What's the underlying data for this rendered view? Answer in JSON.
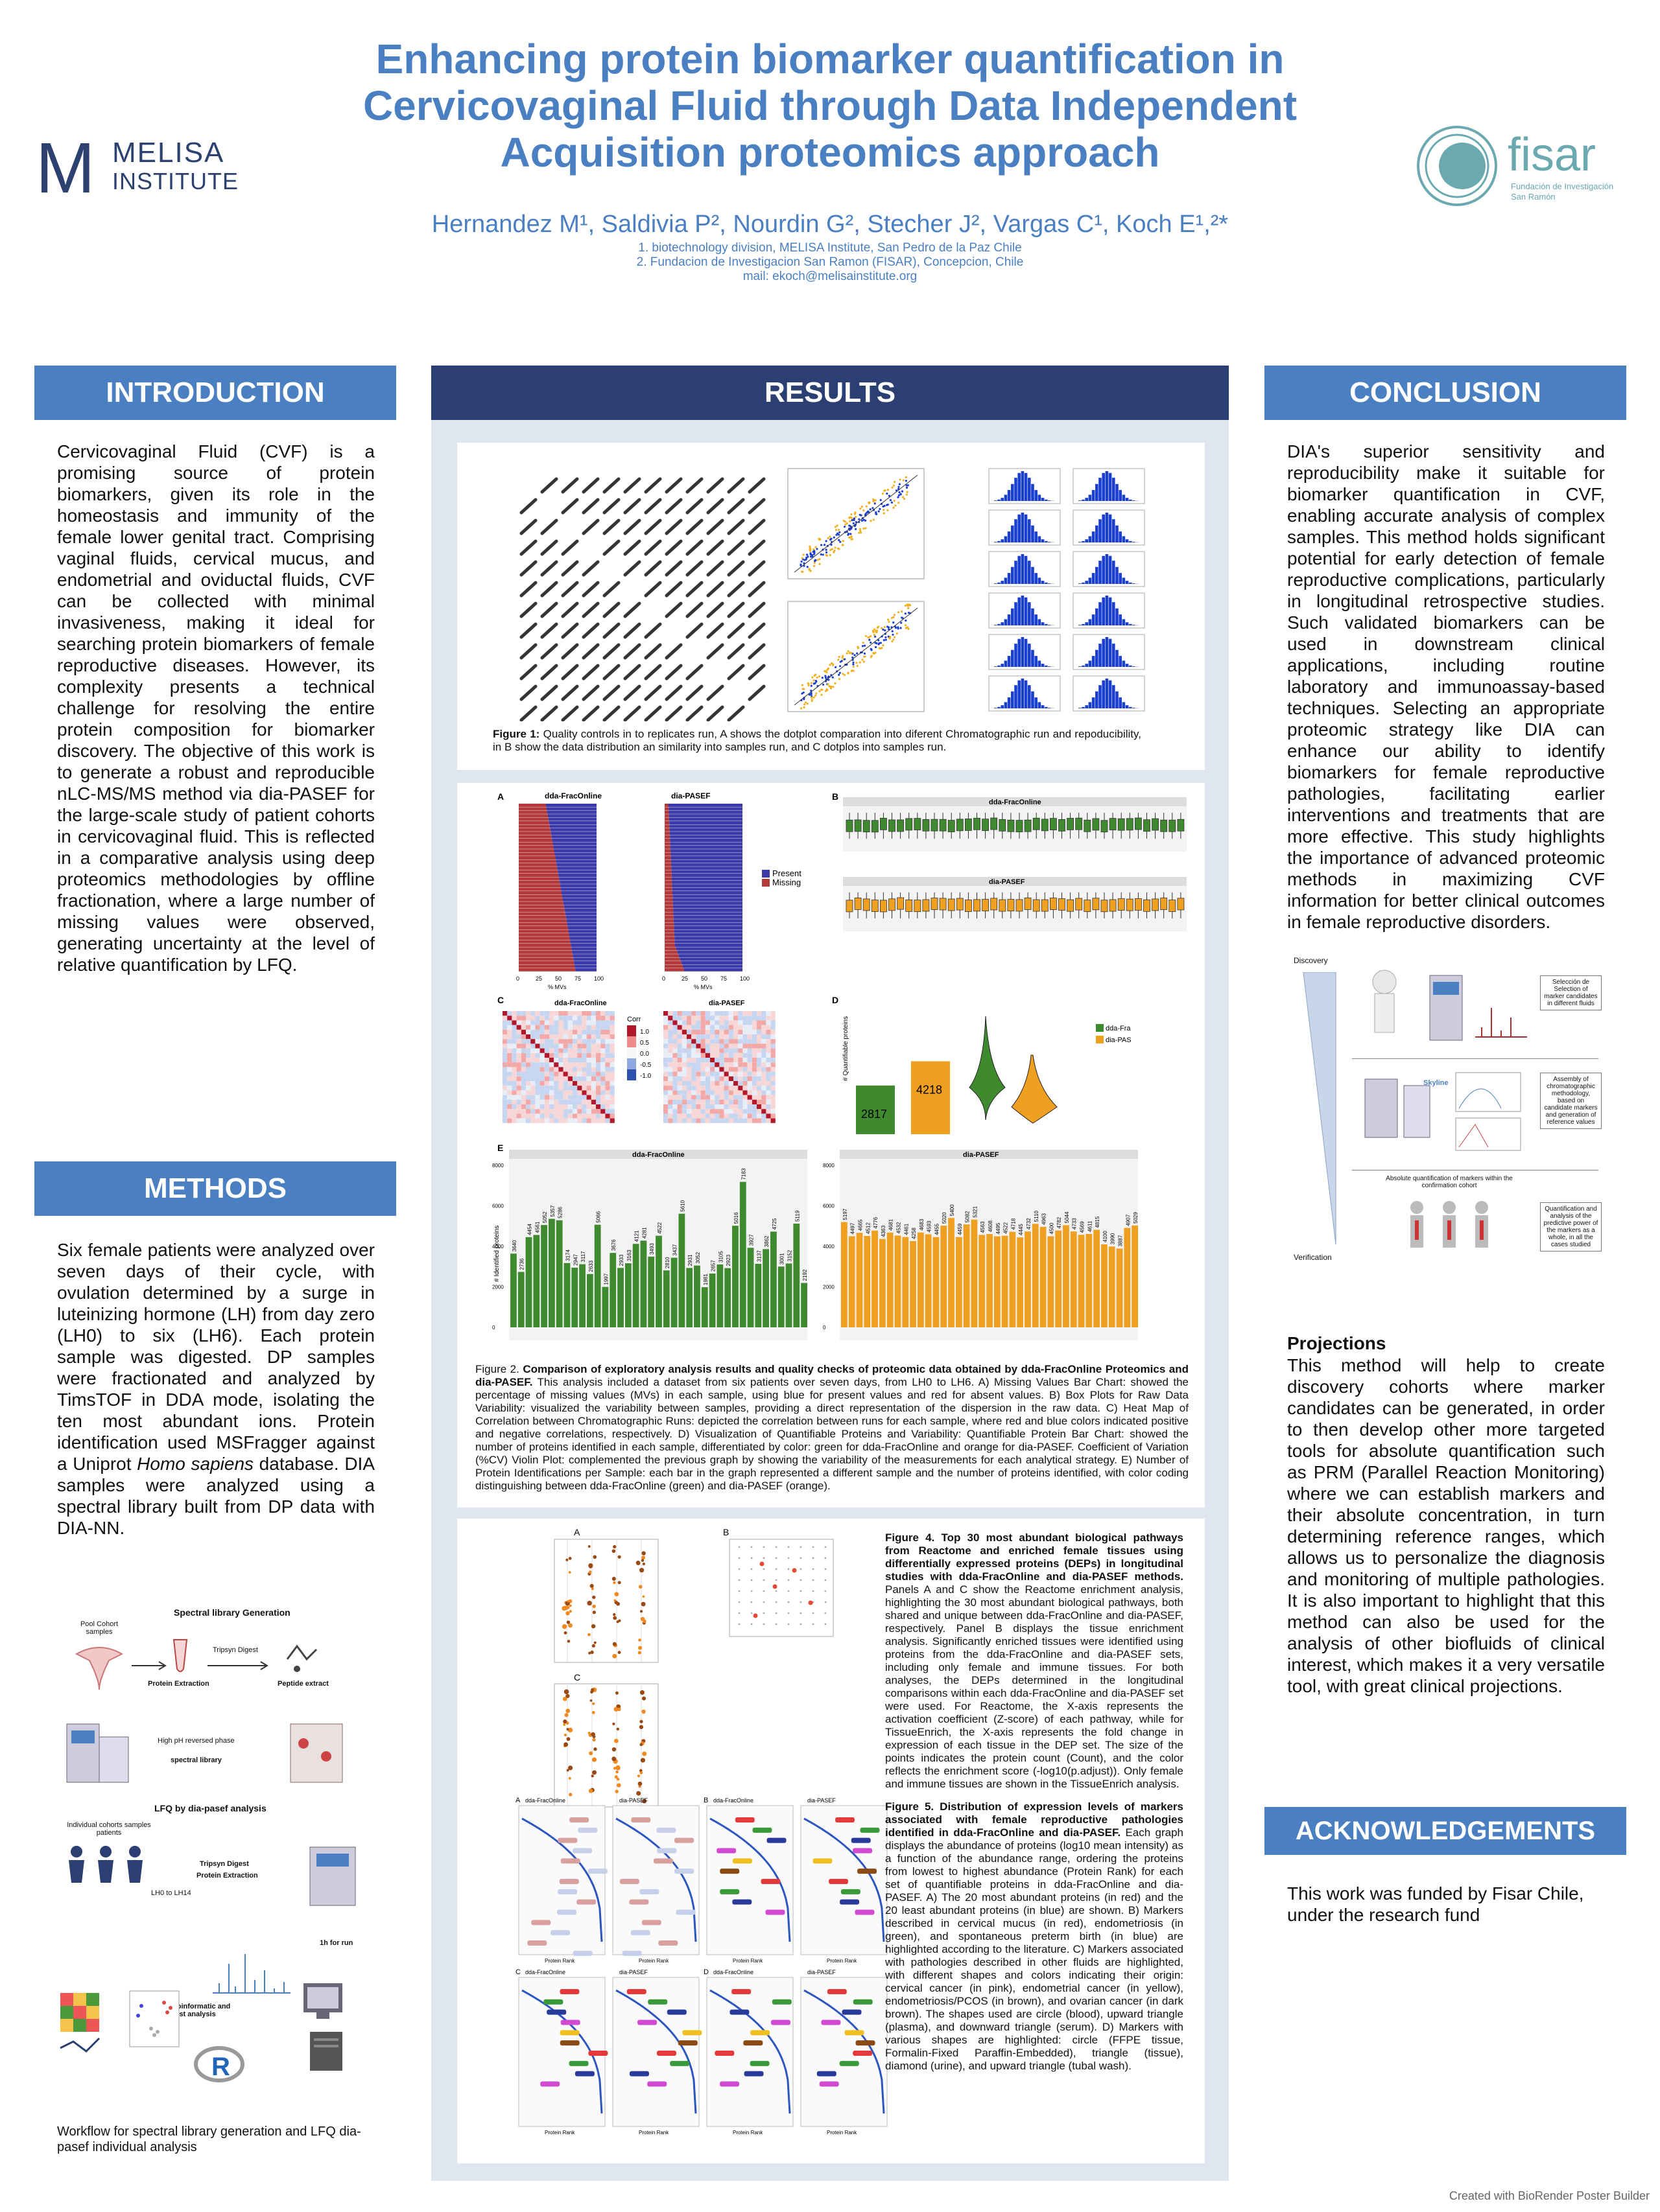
{
  "header": {
    "title_line1": "Enhancing protein biomarker quantification in",
    "title_line2": "Cervicovaginal Fluid through Data Independent",
    "title_line3": "Acquisition proteomics approach",
    "authors": "Hernandez M¹, Saldivia P², Nourdin G², Stecher J², Vargas C¹, Koch E¹,²*",
    "affil1": "1.  biotechnology division, MELISA Institute, San Pedro de la Paz Chile",
    "affil2": "2. Fundacion de Investigacion San Ramon (FISAR), Concepcion, Chile",
    "mail": "mail: ekoch@melisainstitute.org"
  },
  "logos": {
    "melisa_line1": "MELISA",
    "melisa_line2": "INSTITUTE",
    "fisar_name": "fisar",
    "fisar_sub1": "Fundación de Investigación",
    "fisar_sub2": "San Ramón"
  },
  "sections": {
    "introduction": "INTRODUCTION",
    "methods": "METHODS",
    "results": "RESULTS",
    "conclusion": "CONCLUSION",
    "acknowledgements": "ACKNOWLEDGEMENTS"
  },
  "introduction_text": "Cervicovaginal Fluid (CVF) is a promising source of protein biomarkers, given its role in the homeostasis and immunity of the female lower genital tract. Comprising vaginal fluids, cervical mucus, and endometrial and oviductal fluids, CVF can be collected with minimal invasiveness, making it ideal for searching protein biomarkers of female reproductive diseases. However, its complexity presents a technical challenge for resolving the entire protein composition for biomarker discovery. The objective of this work is to generate a robust and reproducible nLC-MS/MS method via dia-PASEF for the large-scale study of patient cohorts in cervicovaginal fluid. This is reflected in a comparative analysis using deep proteomics methodologies by offline fractionation, where a large number of missing values were observed, generating uncertainty at the level of relative quantification by LFQ.",
  "methods_text_1": "Six female patients were analyzed over seven days of their cycle, with ovulation determined by a surge in luteinizing hormone (LH) from day zero (LH0) to six (LH6). Each protein sample was digested. DP samples were fractionated and analyzed by TimsTOF in DDA mode, isolating the ten most abundant ions. Protein identification used MSFragger against a Uniprot ",
  "methods_italic": "Homo sapiens",
  "methods_text_2": " database. DIA samples were analyzed using a spectral library built from DP data with DIA-NN.",
  "workflow": {
    "title": "Spectral library Generation",
    "pool": "Pool Cohort samples",
    "protein_extraction": "Protein Extraction",
    "trypsin": "Tripsyn Digest",
    "peptide": "Peptide extract",
    "high_ph": "High pH reversed phase",
    "spectral": "spectral library",
    "lfq_title": "LFQ by dia-pasef analysis",
    "individual": "Individual cohorts samples patients",
    "lh": "LH0 to LH14",
    "run": "1h for run",
    "bioinf": "bioinformatic and post analysis",
    "caption": "Workflow for spectral library generation and LFQ dia-pasef individual analysis"
  },
  "figure1_caption_bold": "Figure 1:",
  "figure1_caption": " Quality controls in to replicates run, A shows the dotplot comparation into diferent Chromatographic run and repoducibility, in B show the data distribution an similarity into samples run, and C dotplos into samples run.",
  "figure2": {
    "labels": {
      "a": "A",
      "b": "B",
      "c": "C",
      "d": "D",
      "e": "E"
    },
    "dda": "dda-FracOnline",
    "dia": "dia-PASEF",
    "present": "Present",
    "missing": "Missing",
    "corr": "Corr",
    "mvs": "% MVs",
    "legend_dda": "dda-Fra",
    "legend_dia": "dia-PAS",
    "identified": "# Identified proteins",
    "quantifiable": "# Quantifiable proteins",
    "caption_lead": "Figure 2. ",
    "caption_bold": "Comparison of exploratory analysis results and quality checks of proteomic data obtained by dda-FracOnline Proteomics and dia-PASEF.",
    "caption": " This analysis included a dataset from six patients over seven days, from LH0 to LH6. A) Missing Values Bar Chart: showed the percentage of missing values (MVs) in each sample, using blue for present values and red for absent values. B) Box Plots for Raw Data Variability: visualized the variability between samples, providing a direct representation of the dispersion in the raw data. C) Heat Map of Correlation between Chromatographic Runs: depicted the correlation between runs for each sample, where red and blue colors indicated positive and negative correlations, respectively. D) Visualization of Quantifiable Proteins and Variability: Quantifiable Protein Bar Chart: showed the number of proteins identified in each sample, differentiated by color: green for dda-FracOnline and orange for dia-PASEF. Coefficient of Variation (%CV) Violin Plot: complemented the previous graph by showing the variability of the measurements for each analytical strategy. E) Number of Protein Identifications per Sample: each bar in the graph represented a different sample and the number of proteins identified, with color coding distinguishing between dda-FracOnline (green) and dia-PASEF (orange)."
  },
  "chart_data": [
    {
      "type": "bar",
      "title": "",
      "categories": [
        "dda-FracOnline",
        "dia-PASEF"
      ],
      "values": [
        2817,
        4218
      ],
      "ylabel": "# Quantifiable proteins",
      "colors": [
        "#3f8a2e",
        "#f0a020"
      ]
    },
    {
      "type": "bar",
      "title": "dda-FracOnline",
      "ylabel": "# Identified proteins",
      "ylim": [
        0,
        8000
      ],
      "values": [
        3640,
        2736,
        4454,
        4561,
        5052,
        5357,
        5286,
        3174,
        2947,
        3117,
        2633,
        5066,
        1997,
        3676,
        2933,
        3163,
        4121,
        4281,
        3493,
        4522,
        2810,
        3437,
        5610,
        2931,
        3052,
        1981,
        2657,
        3105,
        2923,
        5016,
        7183,
        3927,
        3137,
        3862,
        4725,
        3001,
        3152,
        5119,
        2192
      ],
      "color": "#3f8a2e"
    },
    {
      "type": "bar",
      "title": "dia-PASEF",
      "ylabel": "# Identified proteins",
      "ylim": [
        0,
        8000
      ],
      "values": [
        5197,
        4497,
        4665,
        4512,
        4776,
        4363,
        4681,
        4532,
        4461,
        4258,
        4683,
        4593,
        4455,
        5020,
        5400,
        4459,
        5082,
        5321,
        4563,
        4608,
        4495,
        4522,
        4718,
        4445,
        4732,
        5110,
        4963,
        4500,
        4782,
        5044,
        4733,
        4569,
        4611,
        4815,
        4100,
        3990,
        3887,
        4907,
        5029
      ],
      "color": "#f0a020"
    }
  ],
  "figure4": {
    "bold": "Figure 4. Top 30 most abundant biological pathways from Reactome and enriched female tissues using differentially expressed proteins (DEPs) in longitudinal studies with dda-FracOnline and dia-PASEF methods.",
    "text": " Panels A and C show the Reactome enrichment analysis, highlighting the 30 most abundant biological pathways, both shared and unique between dda-FracOnline and dia-PASEF, respectively. Panel B displays the tissue enrichment analysis. Significantly enriched tissues were identified using proteins from the dda-FracOnline and dia-PASEF sets, including only female and immune tissues. For both analyses, the DEPs determined in the longitudinal comparisons within each dda-FracOnline and dia-PASEF set were used. For Reactome, the X-axis represents the activation coefficient (Z-score) of each pathway, while for TissueEnrich, the X-axis represents the fold change in expression of each tissue in the DEP set. The size of the points indicates the protein count (Count), and the color reflects the enrichment score (-log10(p.adjust)). Only female and immune tissues are shown in the TissueEnrich analysis.",
    "panel_a": "A",
    "panel_b": "B",
    "panel_c": "C"
  },
  "figure5": {
    "bold": "Figure 5. Distribution of expression levels of markers associated with female reproductive pathologies identified in dda-FracOnline and dia-PASEF.",
    "text": " Each graph displays the abundance of proteins (log10 mean intensity) as a function of the abundance range, ordering the proteins from lowest to highest abundance (Protein Rank) for each set of quantifiable proteins in dda-FracOnline and dia-PASEF. A) The 20 most abundant proteins (in red) and the 20 least abundant proteins (in blue) are shown. B) Markers described in cervical mucus (in red), endometriosis (in green), and spontaneous preterm birth (in blue) are highlighted according to the literature. C) Markers associated with pathologies described in other fluids are highlighted, with different shapes and colors indicating their origin: cervical cancer (in pink), endometrial cancer (in yellow), endometriosis/PCOS (in brown), and ovarian cancer (in dark brown). The shapes used are circle (blood), upward triangle (plasma), and downward triangle (serum). D) Markers with various shapes are highlighted: circle (FFPE tissue, Formalin-Fixed Paraffin-Embedded), triangle (tissue), diamond (urine), and upward triangle (tubal wash).",
    "panels": [
      "A",
      "B",
      "C",
      "D"
    ],
    "dda": "dda-FracOnline",
    "dia": "dia-PASEF",
    "xlabel": "Protein Rank"
  },
  "conclusion_text": "DIA's superior sensitivity and reproducibility make it suitable for biomarker quantification in CVF, enabling accurate analysis of complex samples. This method holds significant potential for early detection of female reproductive complications, particularly in longitudinal retrospective studies. Such validated biomarkers can be used in downstream clinical applications, including routine laboratory and immunoassay-based techniques. Selecting an appropriate proteomic strategy like DIA can enhance our ability to identify biomarkers for female reproductive pathologies, facilitating earlier interventions and treatments that are more effective. This study highlights the importance of advanced proteomic methods in maximizing CVF information for better clinical outcomes in female reproductive disorders.",
  "discovery_diagram": {
    "discovery": "Discovery",
    "verification": "Verification",
    "box1": "Selección de Selection of marker candidates in different fluids",
    "box2": "Assembly of chromatographic methodology, based on candidate markers and generation of reference values",
    "box3": "Quantification and analysis of the predictive power of the markers as a whole, in all the cases studied",
    "absolute": "Absolute quantification of markers within the confirmation cohort",
    "skyline": "Skyline"
  },
  "projections_title": "Projections",
  "projections_text": "This method will help to create discovery cohorts where marker candidates can be generated, in order to then develop other more targeted tools for absolute quantification such as PRM (Parallel Reaction Monitoring) where we can establish markers and their absolute concentration, in turn determining reference ranges, which allows us to personalize the diagnosis and monitoring of multiple pathologies. It is also important to highlight that this method can also be used for the analysis of other biofluids of clinical interest, which makes it a very versatile tool, with great clinical projections.",
  "ack_text": "This work was funded by Fisar Chile, under the research fund",
  "footer": "Created with BioRender Poster Builder",
  "colors": {
    "accent": "#4a7fc1",
    "dark_header": "#2b3f73",
    "green": "#3f8a2e",
    "orange": "#f0a020",
    "present": "#3a3aa8",
    "missing": "#b23a3a"
  }
}
